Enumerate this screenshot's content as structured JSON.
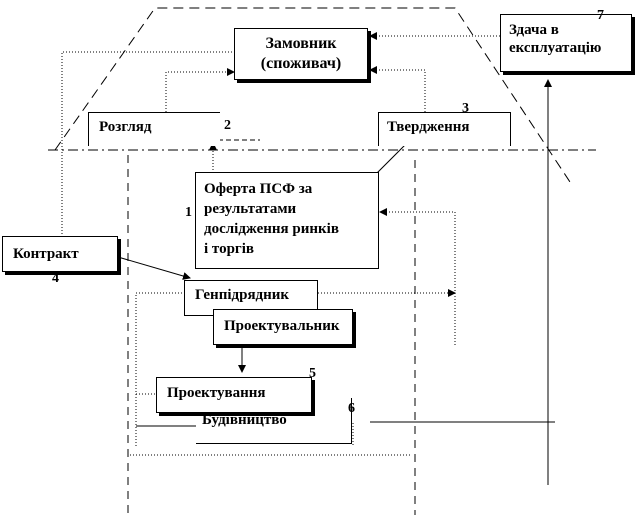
{
  "boxes": {
    "customer": {
      "line1": "Замовник",
      "line2": "(споживач)"
    },
    "commissioning": {
      "line1": "Здача в",
      "line2": "експлуатацію"
    },
    "review": "Розгляд",
    "approval": "Твердження",
    "offer": {
      "line1": "Оферта ПСФ за",
      "line2": "результатами",
      "line3": "дослідження ринків",
      "line4": "і торгів"
    },
    "contract": "Контракт",
    "general_contractor": "Генпідрядник",
    "designer": "Проектувальник",
    "design": "Проектування",
    "construction": "Будівництво"
  },
  "numbers": {
    "n1": "1",
    "n2": "2",
    "n3": "3",
    "n4": "4",
    "n5": "5",
    "n6": "6",
    "n7": "7"
  }
}
